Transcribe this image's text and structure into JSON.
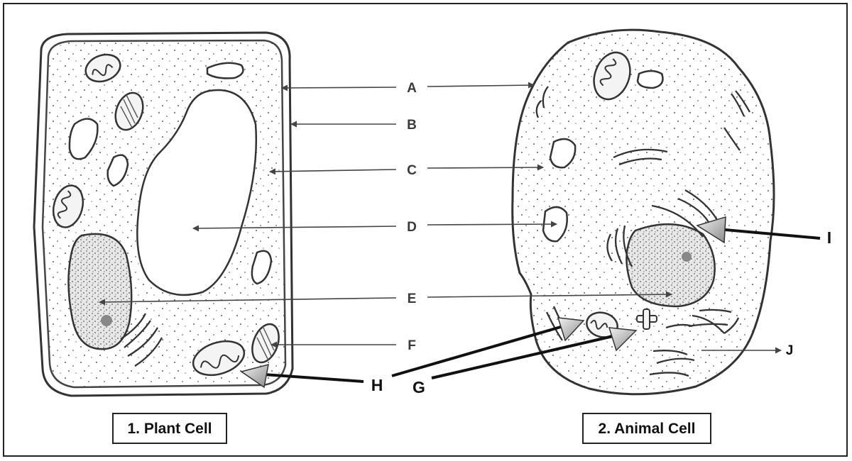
{
  "labels": {
    "A": "A",
    "B": "B",
    "C": "C",
    "D": "D",
    "E": "E",
    "F": "F",
    "G": "G",
    "H": "H",
    "I": "I",
    "J": "J"
  },
  "captions": {
    "plant": "1. Plant Cell",
    "animal": "2. Animal Cell"
  },
  "colors": {
    "line": "#3a3a3a",
    "pointer": "#111111",
    "organelle_fill": "#f4f4f4",
    "background": "#ffffff"
  }
}
